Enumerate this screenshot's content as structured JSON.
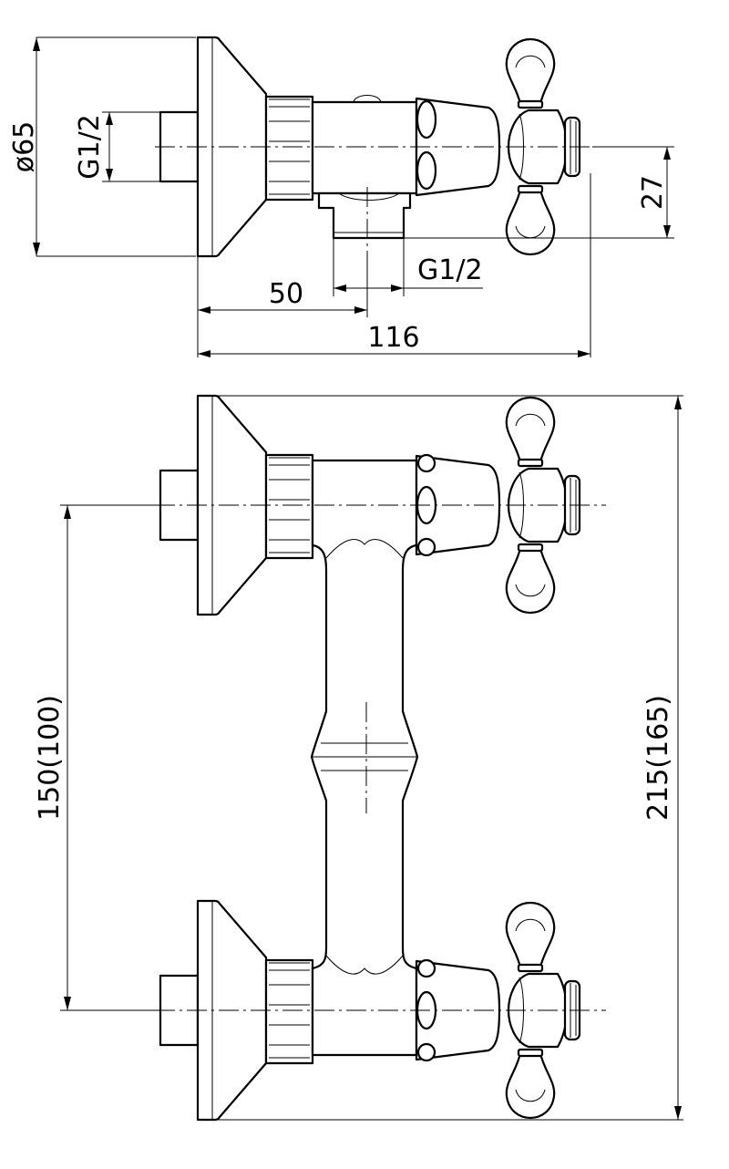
{
  "dimensions": {
    "flange_diameter": "ø65",
    "inlet_thread": "G1/2",
    "outlet_thread": "G1/2",
    "outlet_offset": "27",
    "outlet_distance": "50",
    "total_depth": "116",
    "inlet_spacing": "150(100)",
    "total_height": "215(165)"
  },
  "colors": {
    "line": "#000000",
    "background": "#ffffff"
  },
  "views": [
    "side-view",
    "front-view"
  ]
}
